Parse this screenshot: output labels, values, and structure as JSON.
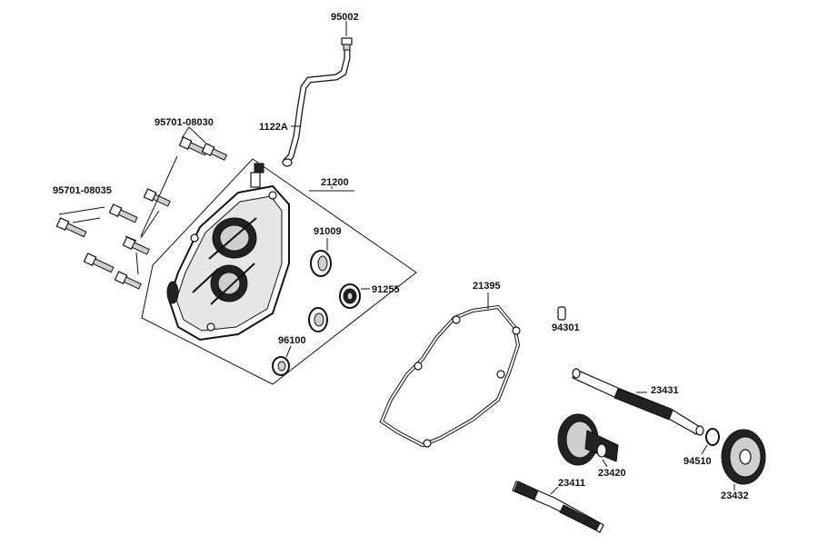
{
  "labels": {
    "p95002": "95002",
    "p1122a": "1122A",
    "p95701_08030": "95701-08030",
    "p95701_08035": "95701-08035",
    "p21200": "21200",
    "p91009": "91009",
    "p91255": "91255",
    "p96100": "96100",
    "p21395": "21395",
    "p94301": "94301",
    "p23431": "23431",
    "p23420": "23420",
    "p94510": "94510",
    "p23432": "23432",
    "p23411": "23411"
  },
  "colors": {
    "ink": "#111111",
    "shade": "#cfcfcf",
    "background": "#ffffff"
  }
}
